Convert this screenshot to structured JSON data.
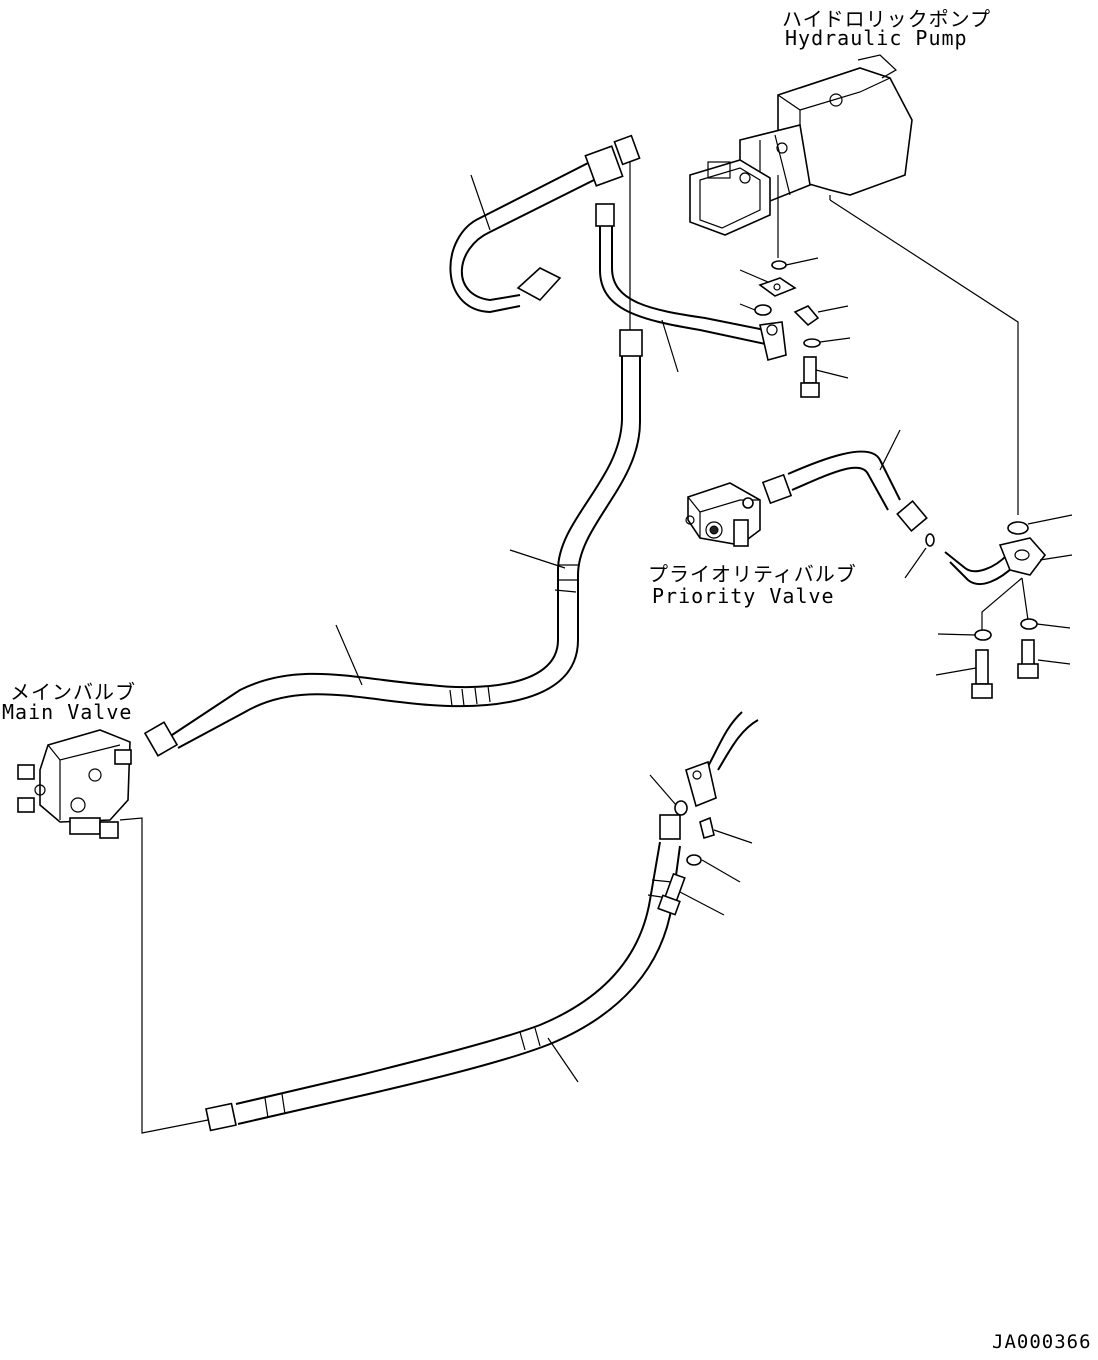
{
  "labels": {
    "pump_jp": "ハイドロリックポンプ",
    "pump_en": "Hydraulic Pump",
    "priority_jp": "プライオリティバルブ",
    "priority_en": "Priority Valve",
    "main_jp": "メインバルブ",
    "main_en": "Main Valve",
    "figure_code": "JA000366"
  },
  "components": [
    {
      "name": "hydraulic-pump",
      "icon": "pump-drawing"
    },
    {
      "name": "priority-valve",
      "icon": "valve-drawing"
    },
    {
      "name": "main-valve",
      "icon": "valve-drawing"
    }
  ]
}
